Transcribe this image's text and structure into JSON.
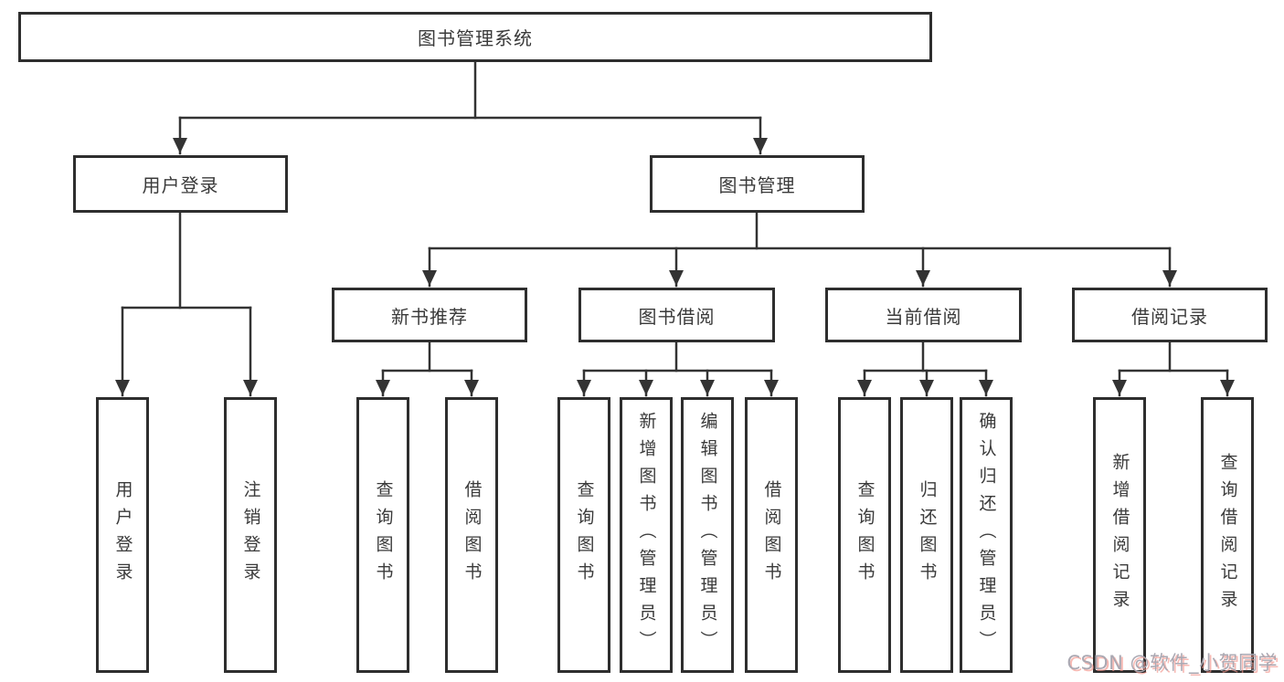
{
  "tree": {
    "root": {
      "label": "图书管理系统"
    },
    "children": [
      {
        "label": "用户登录",
        "children": [
          {
            "label": "用户登录"
          },
          {
            "label": "注销登录"
          }
        ]
      },
      {
        "label": "图书管理",
        "children": [
          {
            "label": "新书推荐",
            "children": [
              {
                "label": "查询图书"
              },
              {
                "label": "借阅图书"
              }
            ]
          },
          {
            "label": "图书借阅",
            "children": [
              {
                "label": "查询图书"
              },
              {
                "label": "新增图书（管理员）"
              },
              {
                "label": "编辑图书（管理员）"
              },
              {
                "label": "借阅图书"
              }
            ]
          },
          {
            "label": "当前借阅",
            "children": [
              {
                "label": "查询图书"
              },
              {
                "label": "归还图书"
              },
              {
                "label": "确认归还（管理员）"
              }
            ]
          },
          {
            "label": "借阅记录",
            "children": [
              {
                "label": "新增借阅记录"
              },
              {
                "label": "查询借阅记录"
              }
            ]
          }
        ]
      }
    ]
  },
  "watermark": {
    "text": "CSDN @软件_小贺同学"
  },
  "colors": {
    "line": "#333333",
    "box_border": "#2e2e2e",
    "text": "#3a3a3a",
    "watermark_gray": "#aaa8b2",
    "watermark_pink": "#f2948a",
    "background": "#ffffff"
  }
}
